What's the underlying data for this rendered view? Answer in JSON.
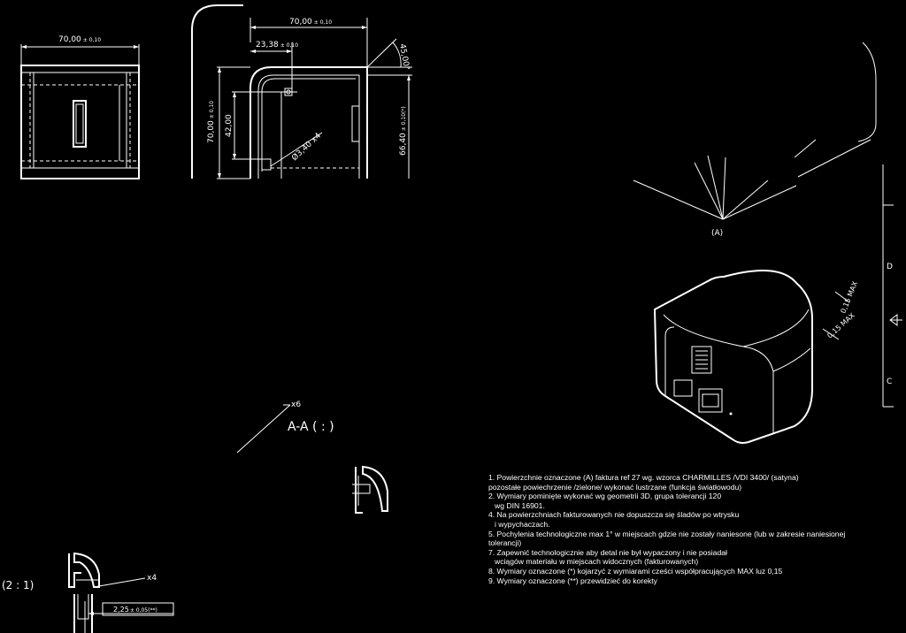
{
  "dimensions": {
    "front_width": "70,00",
    "front_width_tol": "± 0,10",
    "top_width": "70,00",
    "top_width_tol": "± 0,10",
    "offset": "23,38",
    "offset_tol": "± 0,10",
    "angle": "45,00°",
    "height_total": "70,00",
    "height_total_tol": "± 0,10",
    "height_inner": "42,00",
    "hole": "Ø3,40 x4",
    "height_right": "66,40",
    "height_right_tol": "± 0,10(*)",
    "detail_small": "2,25",
    "detail_small_tol": "± 0,05(**)"
  },
  "labels": {
    "surface": "(A)",
    "tolerance_1": "0,15 MAX",
    "tolerance_2": "0,15 MAX",
    "letter_d": "D",
    "letter_c": "C",
    "count_x6": "x6",
    "count_x4": "x4",
    "section": "A-A (  :  )",
    "scale": "(2 : 1)"
  },
  "notes": [
    {
      "text": "1. Powierzchnie oznaczone (A) faktura ref 27 wg. wzorca CHARMILLES /VDI 3400/ (satyna)",
      "indent": false
    },
    {
      "text": "pozostałe powiechrzenie /zielone/ wykonać lustrzane (funkcja światłowodu)",
      "indent": false
    },
    {
      "text": "2. Wymiary pominięte wykonać wg geometrii 3D, grupa tolerancji 120",
      "indent": false
    },
    {
      "text": "wg DIN 16901.",
      "indent": true
    },
    {
      "text": "4. Na powierzchniach fakturowanych nie dopuszcza się śladów po wtrysku",
      "indent": false
    },
    {
      "text": "i wypychaczach.",
      "indent": true
    },
    {
      "text": "5. Pochylenia technologiczne max 1° w miejscach gdzie nie zostały naniesone (lub w zakresie naniesionej",
      "indent": false
    },
    {
      "text": "tolerancji)",
      "indent": false
    },
    {
      "text": "7. Zapewnić technologicznie aby detal nie był wypaczony i nie posiadał",
      "indent": false
    },
    {
      "text": "wciągów materiału w miejscach widocznych (fakturowanych)",
      "indent": true
    },
    {
      "text": "8. Wymiary oznaczone (*) kojarzyć z wymiarami cześci współpracujących MAX luz 0,15",
      "indent": false
    },
    {
      "text": "9. Wymiary oznaczone (**) przewidzieć do korekty",
      "indent": false
    }
  ]
}
